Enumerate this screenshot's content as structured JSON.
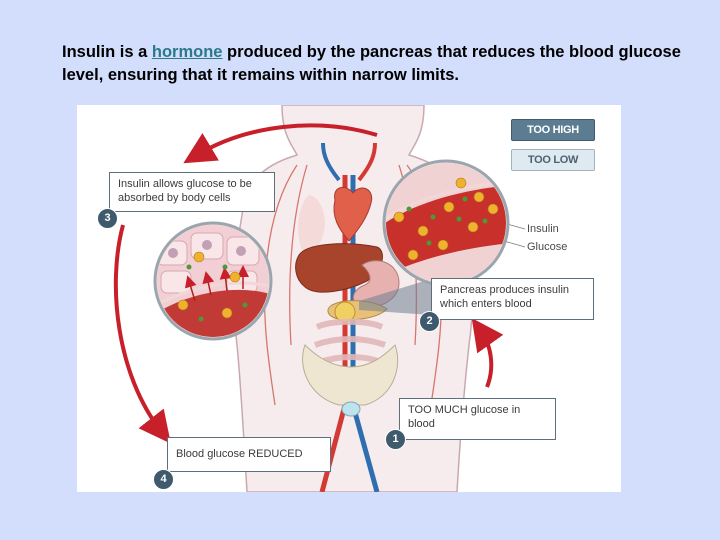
{
  "heading": {
    "before": "Insulin is a ",
    "link": "hormone",
    "after": " produced by the pancreas that reduces the blood glucose level, ensuring that it remains within narrow limits."
  },
  "buttons": {
    "too_high": "TOO HIGH",
    "too_low": "TOO LOW"
  },
  "steps": {
    "step1": {
      "number": "1",
      "text": "TOO MUCH glucose in blood"
    },
    "step2": {
      "number": "2",
      "text": "Pancreas produces insulin which enters blood"
    },
    "step3": {
      "number": "3",
      "text": "Insulin allows glucose to be absorbed by body cells"
    },
    "step4": {
      "number": "4",
      "text": "Blood glucose REDUCED"
    }
  },
  "legend": {
    "insulin": "Insulin",
    "glucose": "Glucose"
  },
  "colors": {
    "background": "#d3defc",
    "accent_arrow": "#c8202a",
    "insulin_dot": "#4a9a3a",
    "glucose_dot": "#f0b030",
    "badge": "#3f5a6d"
  }
}
